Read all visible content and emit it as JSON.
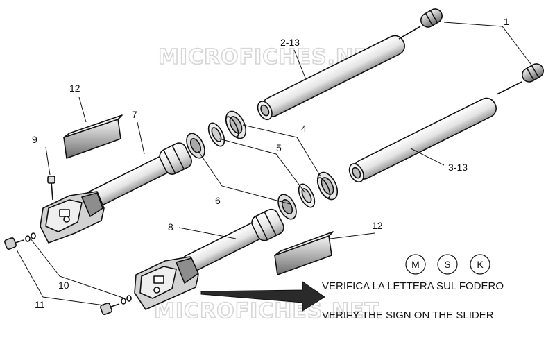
{
  "watermark": "MICROFICHES.NET",
  "callouts": {
    "c1": "1",
    "c2": "2-13",
    "c3": "3-13",
    "c4": "4",
    "c5": "5",
    "c6": "6",
    "c7": "7",
    "c8": "8",
    "c9": "9",
    "c10": "10",
    "c11": "11",
    "c12a": "12",
    "c12b": "12"
  },
  "sign_letters": [
    "M",
    "S",
    "K"
  ],
  "notes": {
    "it": "VERIFICA LA LETTERA SUL FODERO",
    "en": "VERIFY THE SIGN ON THE SLIDER"
  }
}
